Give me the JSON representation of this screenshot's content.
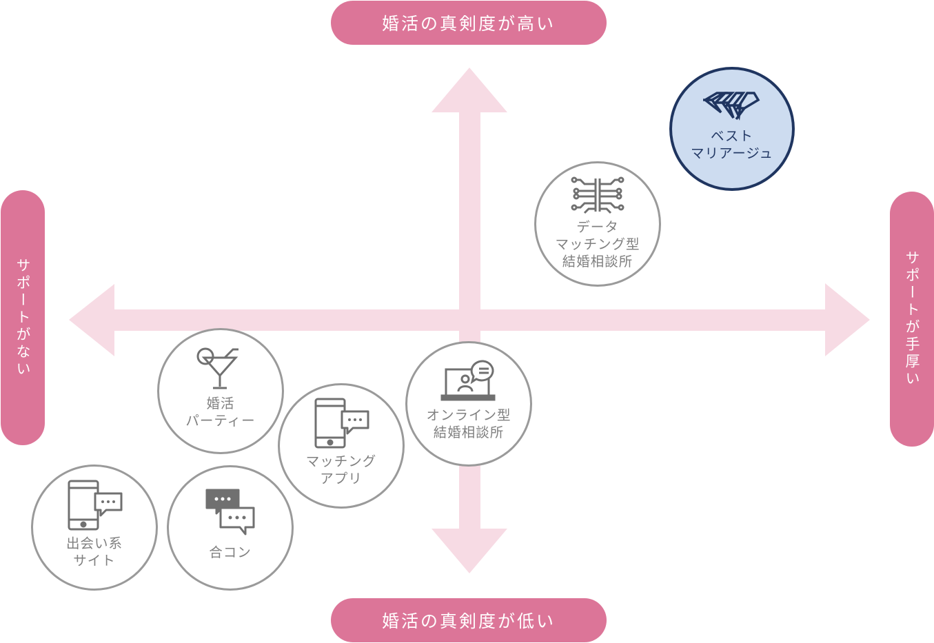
{
  "axis": {
    "top_label": "婚活の真剣度が高い",
    "bottom_label": "婚活の真剣度が低い",
    "left_label": "サポートがない",
    "right_label": "サポートが手厚い"
  },
  "nodes": {
    "best": {
      "label": "ベスト\nマリアージュ",
      "icon": "diamond-logo-icon",
      "highlighted": true
    },
    "data": {
      "label": "データ\nマッチング型\n結婚相談所",
      "icon": "circuit-icon"
    },
    "online": {
      "label": "オンライン型\n結婚相談所",
      "icon": "video-call-icon"
    },
    "party": {
      "label": "婚活\nパーティー",
      "icon": "cocktail-icon"
    },
    "matching": {
      "label": "マッチング\nアプリ",
      "icon": "smartphone-chat-icon"
    },
    "deai": {
      "label": "出会い系\nサイト",
      "icon": "smartphone-chat-icon"
    },
    "gokon": {
      "label": "合コン",
      "icon": "chat-bubbles-icon"
    }
  },
  "colors": {
    "pill": "#dc7598",
    "arrow": "#f7dbe4",
    "node_border": "#9a9a9a",
    "node_text": "#808080",
    "highlight_fill": "#cddcf0",
    "highlight_border": "#1f3560"
  }
}
